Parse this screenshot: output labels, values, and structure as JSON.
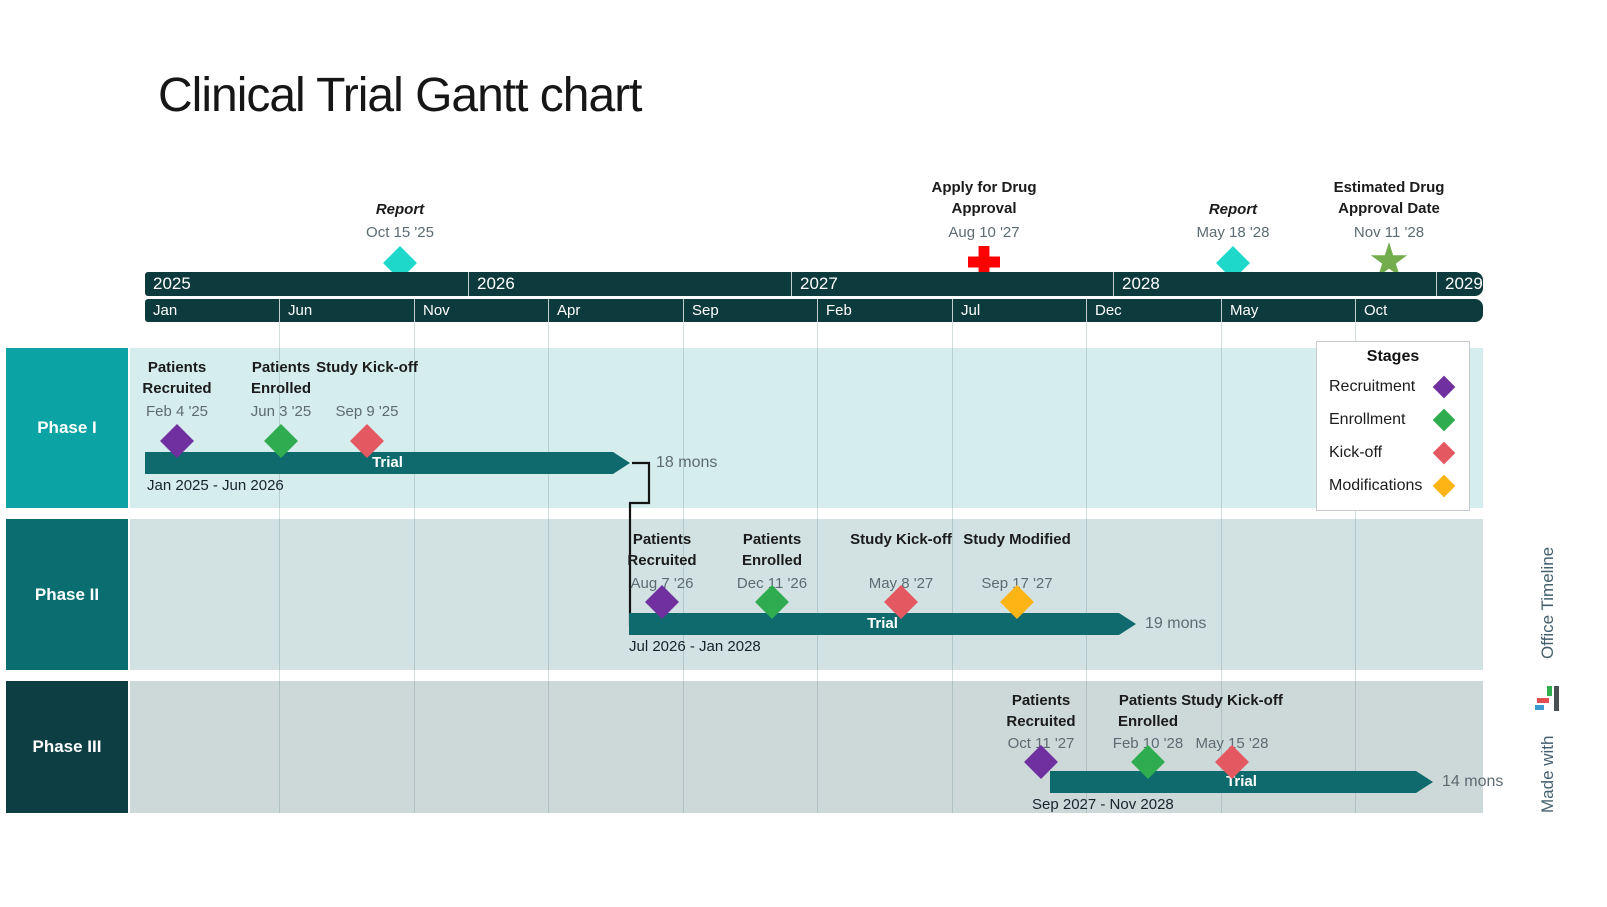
{
  "title": "Clinical Trial Gantt chart",
  "colors": {
    "band": "#0d3a3c",
    "bar": "#0f6a6d",
    "recruitment": "#7030a0",
    "enrollment": "#2fac4f",
    "kickoff": "#e45862",
    "modifications": "#fdb515",
    "report_marker": "#1ed9c9",
    "apply_marker": "#fe0000",
    "approval_marker": "#74ae4d"
  },
  "timeline": {
    "years": [
      "2025",
      "2026",
      "2027",
      "2028",
      "2029"
    ],
    "months": [
      "Jan",
      "Jun",
      "Nov",
      "Apr",
      "Sep",
      "Feb",
      "Jul",
      "Dec",
      "May",
      "Oct"
    ]
  },
  "top_milestones": [
    {
      "title": "Report",
      "date": "Oct 15 '25",
      "marker": "diamond",
      "color": "#1ed9c9"
    },
    {
      "title": "Apply for Drug Approval",
      "date": "Aug 10 '27",
      "marker": "cross",
      "color": "#fe0000"
    },
    {
      "title": "Report",
      "date": "May 18 '28",
      "marker": "diamond",
      "color": "#1ed9c9"
    },
    {
      "title": "Estimated Drug Approval Date",
      "date": "Nov 11 '28",
      "marker": "star",
      "color": "#74ad4d"
    }
  ],
  "legend": {
    "title": "Stages",
    "items": [
      {
        "label": "Recruitment",
        "color": "#7030a0"
      },
      {
        "label": "Enrollment",
        "color": "#2fac4f"
      },
      {
        "label": "Kick-off",
        "color": "#e45862"
      },
      {
        "label": "Modifications",
        "color": "#fdb515"
      }
    ]
  },
  "phases": [
    {
      "name": "Phase I",
      "color": "#0ba3a3",
      "lane_color": "#d5eded",
      "bar": {
        "label": "Trial",
        "range": "Jan 2025 - Jun 2026",
        "duration": "18 mons"
      },
      "milestones": [
        {
          "title": "Patients Recruited",
          "date": "Feb 4 '25",
          "stage": "Recruitment",
          "color": "#7030a0"
        },
        {
          "title": "Patients Enrolled",
          "date": "Jun 3 '25",
          "stage": "Enrollment",
          "color": "#2fac4f"
        },
        {
          "title": "Study Kick-off",
          "date": "Sep 9 '25",
          "stage": "Kick-off",
          "color": "#e45862"
        }
      ]
    },
    {
      "name": "Phase II",
      "color": "#0a6d6f",
      "lane_color": "#d2e2e2",
      "bar": {
        "label": "Trial",
        "range": "Jul 2026 - Jan 2028",
        "duration": "19 mons"
      },
      "milestones": [
        {
          "title": "Patients Recruited",
          "date": "Aug 7 '26",
          "stage": "Recruitment",
          "color": "#7030a0"
        },
        {
          "title": "Patients Enrolled",
          "date": "Dec 11 '26",
          "stage": "Enrollment",
          "color": "#2fac4f"
        },
        {
          "title": "Study Kick-off",
          "date": "May 8 '27",
          "stage": "Kick-off",
          "color": "#e45862"
        },
        {
          "title": "Study Modified",
          "date": "Sep 17 '27",
          "stage": "Modifications",
          "color": "#fdb515"
        }
      ]
    },
    {
      "name": "Phase III",
      "color": "#0c3e44",
      "lane_color": "#cdd8d8",
      "bar": {
        "label": "Trial",
        "range": "Sep 2027 - Nov 2028",
        "duration": "14 mons"
      },
      "milestones": [
        {
          "title": "Patients Recruited",
          "date": "Oct 11 '27",
          "stage": "Recruitment",
          "color": "#7030a0"
        },
        {
          "title": "Patients Enrolled",
          "date": "Feb 10 '28",
          "stage": "Enrollment",
          "color": "#2fac4f"
        },
        {
          "title": "Study Kick-off",
          "date": "May 15 '28",
          "stage": "Kick-off",
          "color": "#e45862"
        }
      ]
    }
  ],
  "watermark": {
    "prefix": "Made with",
    "brand": "Office Timeline"
  },
  "chart_data": {
    "type": "gantt",
    "title": "Clinical Trial Gantt chart",
    "timescale": {
      "start": "Jan 2025",
      "end": "Feb 2029",
      "year_ticks": [
        "2025",
        "2026",
        "2027",
        "2028",
        "2029"
      ],
      "month_ticks": [
        "Jan 2025",
        "Jun 2025",
        "Nov 2025",
        "Apr 2026",
        "Sep 2026",
        "Feb 2027",
        "Jul 2027",
        "Dec 2027",
        "May 2028",
        "Oct 2028"
      ],
      "grid": true
    },
    "tasks": [
      {
        "phase": "Phase I",
        "name": "Trial",
        "start": "Jan 2025",
        "end": "Jun 2026",
        "duration_months": 18,
        "duration_label": "18 mons"
      },
      {
        "phase": "Phase II",
        "name": "Trial",
        "start": "Jul 2026",
        "end": "Jan 2028",
        "duration_months": 19,
        "duration_label": "19 mons"
      },
      {
        "phase": "Phase III",
        "name": "Trial",
        "start": "Sep 2027",
        "end": "Nov 2028",
        "duration_months": 14,
        "duration_label": "14 mons"
      }
    ],
    "dependencies": [
      {
        "from": "Phase I Trial",
        "to": "Phase II Trial"
      }
    ],
    "timeline_milestones": [
      {
        "title": "Report",
        "date": "Oct 15 '25",
        "marker": "teal-diamond"
      },
      {
        "title": "Apply for Drug Approval",
        "date": "Aug 10 '27",
        "marker": "red-cross"
      },
      {
        "title": "Report",
        "date": "May 18 '28",
        "marker": "teal-diamond"
      },
      {
        "title": "Estimated Drug Approval Date",
        "date": "Nov 11 '28",
        "marker": "green-star"
      }
    ],
    "phase_milestones": [
      {
        "phase": "Phase I",
        "title": "Patients Recruited",
        "date": "Feb 4 '25",
        "stage": "Recruitment"
      },
      {
        "phase": "Phase I",
        "title": "Patients Enrolled",
        "date": "Jun 3 '25",
        "stage": "Enrollment"
      },
      {
        "phase": "Phase I",
        "title": "Study Kick-off",
        "date": "Sep 9 '25",
        "stage": "Kick-off"
      },
      {
        "phase": "Phase II",
        "title": "Patients Recruited",
        "date": "Aug 7 '26",
        "stage": "Recruitment"
      },
      {
        "phase": "Phase II",
        "title": "Patients Enrolled",
        "date": "Dec 11 '26",
        "stage": "Enrollment"
      },
      {
        "phase": "Phase II",
        "title": "Study Kick-off",
        "date": "May 8 '27",
        "stage": "Kick-off"
      },
      {
        "phase": "Phase II",
        "title": "Study Modified",
        "date": "Sep 17 '27",
        "stage": "Modifications"
      },
      {
        "phase": "Phase III",
        "title": "Patients Recruited",
        "date": "Oct 11 '27",
        "stage": "Recruitment"
      },
      {
        "phase": "Phase III",
        "title": "Patients Enrolled",
        "date": "Feb 10 '28",
        "stage": "Enrollment"
      },
      {
        "phase": "Phase III",
        "title": "Study Kick-off",
        "date": "May 15 '28",
        "stage": "Kick-off"
      }
    ],
    "legend": {
      "title": "Stages",
      "position": "top-right",
      "entries": [
        "Recruitment",
        "Enrollment",
        "Kick-off",
        "Modifications"
      ]
    }
  }
}
